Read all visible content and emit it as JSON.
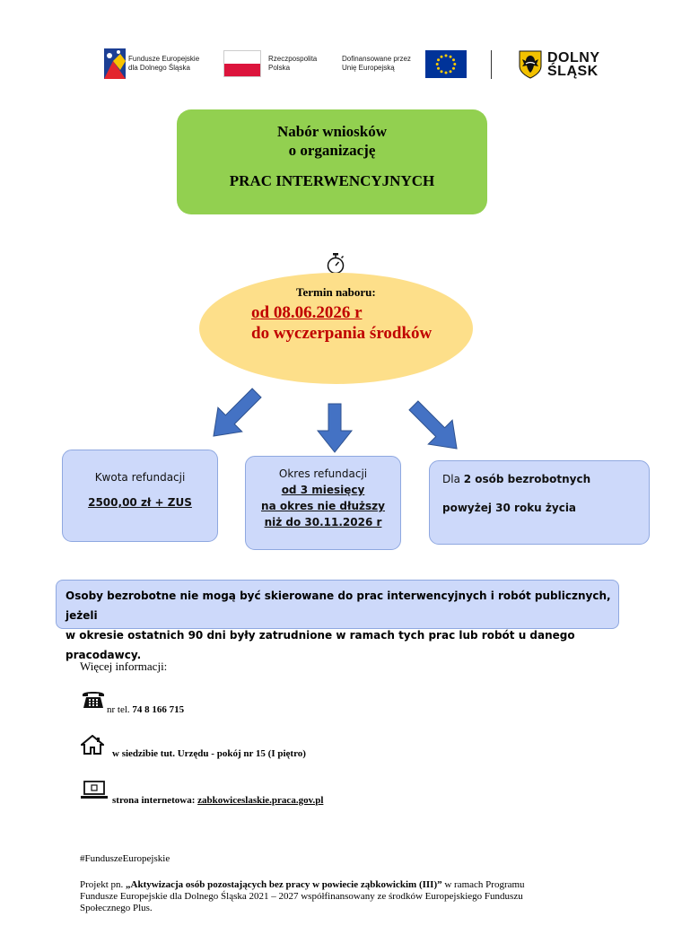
{
  "logos": {
    "fe_line1": "Fundusze Europejskie",
    "fe_line2": "dla Dolnego Śląska",
    "rp_line1": "Rzeczpospolita",
    "rp_line2": "Polska",
    "ue_line1": "Dofinansowane przez",
    "ue_line2": "Unię Europejską",
    "ds_line1": "DOLNY",
    "ds_line2": "ŚLĄSK"
  },
  "header": {
    "line1": "Nabór wniosków",
    "line2": "o organizację",
    "line3": "PRAC INTERWENCYJNYCH"
  },
  "deadline": {
    "label": "Termin naboru:",
    "from": "od 08.06.2026 r",
    "until": "do wyczerpania środków",
    "icon": "stopwatch-icon"
  },
  "boxes": {
    "refund_amount": {
      "title": "Kwota refundacji",
      "value": "2500,00 zł + ZUS"
    },
    "refund_period": {
      "title": "Okres refundacji",
      "line1": "od 3 miesięcy",
      "line2": "na okres nie dłuższy",
      "line3": "niż do 30.11.2026 r"
    },
    "target": {
      "pre": "Dla ",
      "count": "2 osób bezrobotnych",
      "line2": "powyżej 30 roku życia"
    }
  },
  "notice": {
    "line1": "Osoby bezrobotne nie mogą być skierowane do prac interwencyjnych i robót publicznych, jeżeli",
    "line2": "w okresie ostatnich 90 dni były zatrudnione w ramach tych prac lub robót u danego pracodawcy."
  },
  "contact": {
    "heading": "Więcej informacji:",
    "phone_prefix": "nr tel. ",
    "phone": "74 8 166 715",
    "office": "w siedzibie tut. Urzędu - pokój  nr 15 (I piętro)",
    "web_prefix": "strona internetowa: ",
    "web": "zabkowiceslaskie.praca.gov.pl"
  },
  "footer": {
    "hashtag": "#FunduszeEuropejskie",
    "p_pre": "Projekt pn. ",
    "p_title": "„Aktywizacja osób pozostających bez pracy w powiecie ząbkowickim (III)”",
    "p_rest1": " w ramach Programu",
    "p_line2": "Fundusze Europejskie dla Dolnego Śląska 2021 – 2027 współfinansowany ze środków Europejskiego Funduszu",
    "p_line3": "Społecznego Plus."
  },
  "colors": {
    "green": "#92d050",
    "oval": "#fddf8a",
    "box": "#cdd9fa",
    "arrow": "#4472c4",
    "date_red": "#c00000",
    "eu_blue": "#003399",
    "eu_star": "#ffcc00"
  }
}
